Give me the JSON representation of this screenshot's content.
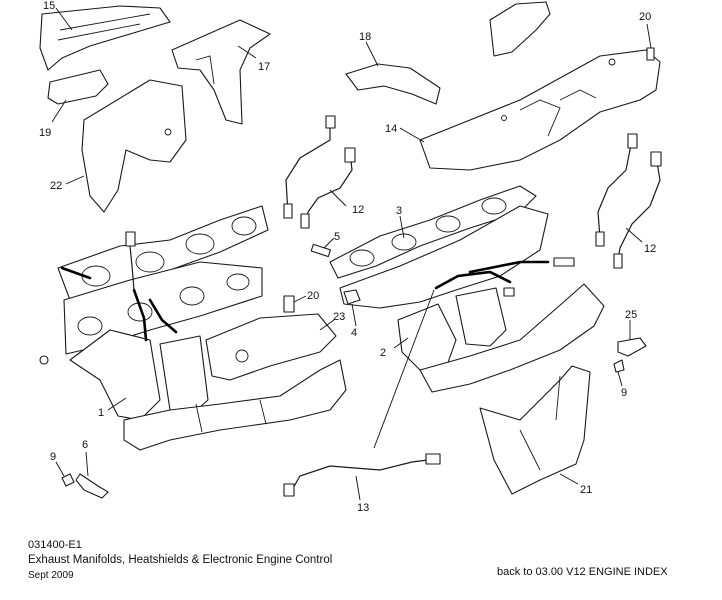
{
  "diagram": {
    "callouts": [
      "15",
      "20",
      "17",
      "18",
      "14",
      "19",
      "22",
      "12",
      "3",
      "5",
      "12",
      "20",
      "23",
      "4",
      "2",
      "25",
      "1",
      "6",
      "9",
      "9",
      "13",
      "21"
    ]
  },
  "footer": {
    "code": "031400-E1",
    "title": "Exhaust Manifolds, Heatshields & Electronic Engine Control",
    "date": "Sept 2009",
    "back_link": "back to 03.00 V12 ENGINE INDEX"
  }
}
